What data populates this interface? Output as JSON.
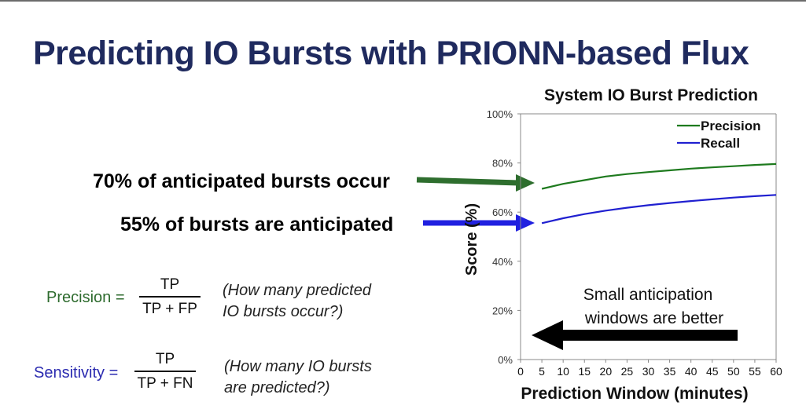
{
  "slide": {
    "title": "Predicting IO Bursts with PRIONN-based Flux",
    "callout_precision": "70% of anticipated bursts occur",
    "callout_recall": "55% of bursts are anticipated",
    "precision_formula": {
      "label": "Precision =",
      "numerator": "TP",
      "denominator": "TP + FP",
      "note_line1": "(How many predicted",
      "note_line2": "IO bursts occur?)",
      "color": "#2e6b2e"
    },
    "sensitivity_formula": {
      "label": "Sensitivity =",
      "numerator": "TP",
      "denominator": "TP + FN",
      "note_line1": "(How many IO bursts",
      "note_line2": "are predicted?)",
      "color": "#2a2ab0"
    },
    "chart_annotation_line1": "Small anticipation",
    "chart_annotation_line2": "windows are better"
  },
  "chart_data": {
    "type": "line",
    "title": "System IO Burst Prediction",
    "xlabel": "Prediction Window (minutes)",
    "ylabel": "Score (%)",
    "xlim": [
      0,
      60
    ],
    "ylim": [
      0,
      100
    ],
    "x_ticks": [
      0,
      5,
      10,
      15,
      20,
      25,
      30,
      35,
      40,
      45,
      50,
      55,
      60
    ],
    "y_ticks": [
      "0%",
      "20%",
      "40%",
      "60%",
      "80%",
      "100%"
    ],
    "y_tick_values": [
      0,
      20,
      40,
      60,
      80,
      100
    ],
    "grid": false,
    "legend_position": "top-right",
    "series": [
      {
        "name": "Precision",
        "color": "#1e7a1e",
        "x": [
          5,
          10,
          15,
          20,
          25,
          30,
          35,
          40,
          45,
          50,
          55,
          60
        ],
        "y": [
          69.5,
          71.5,
          73,
          74.5,
          75.5,
          76.3,
          77,
          77.7,
          78.2,
          78.7,
          79.2,
          79.6
        ]
      },
      {
        "name": "Recall",
        "color": "#2020d0",
        "x": [
          5,
          10,
          15,
          20,
          25,
          30,
          35,
          40,
          45,
          50,
          55,
          60
        ],
        "y": [
          55.5,
          57.5,
          59.2,
          60.6,
          61.8,
          62.8,
          63.7,
          64.5,
          65.2,
          65.9,
          66.5,
          67
        ]
      }
    ]
  }
}
